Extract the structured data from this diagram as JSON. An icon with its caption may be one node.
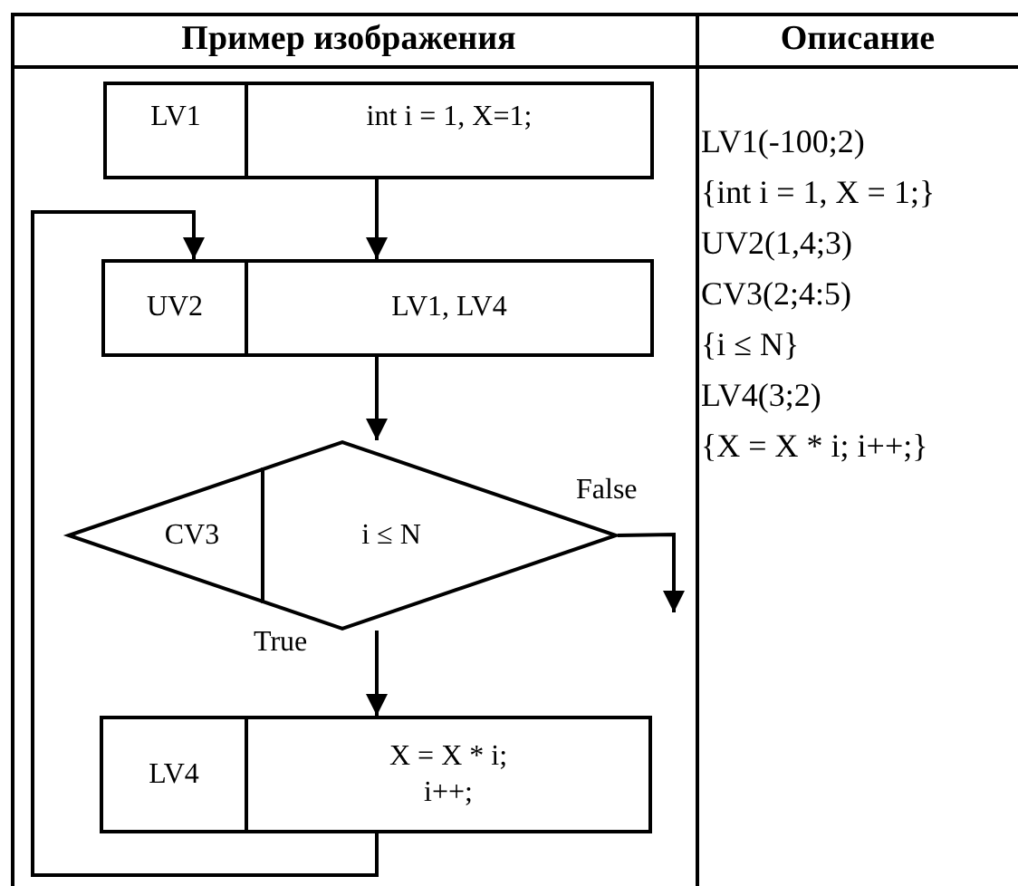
{
  "diagram": {
    "nodes": [
      {
        "text": [
          "LV1",
          "int i = 1, X=1;"
        ]
      },
      {
        "text": [
          "UV2",
          "LV1, LV4"
        ]
      },
      {
        "text": [
          "CV3",
          "i ≤ N"
        ]
      },
      {
        "text": [
          "LV4",
          "X = X * i; i++;"
        ]
      }
    ],
    "edges": [
      {
        "from": 0,
        "to": 1,
        "arrow": "to"
      },
      {
        "from": 1,
        "to": 2,
        "arrow": "to"
      },
      {
        "from": 2,
        "to": 3,
        "arrow": "to",
        "label": "True"
      },
      {
        "from": 3,
        "to": 1,
        "arrow": "to"
      },
      {
        "from": 2,
        "to": null,
        "arrow": "to",
        "label": "False"
      }
    ],
    "labels": [
      "Пример изображения",
      "Описание",
      "LV1(-100;2)",
      "{int i = 1, X = 1;}",
      "UV2(1,4;3)",
      "CV3(2;4:5)",
      "{i ≤ N}",
      "LV4(3;2)",
      "{X = X * i; i++;}"
    ]
  }
}
